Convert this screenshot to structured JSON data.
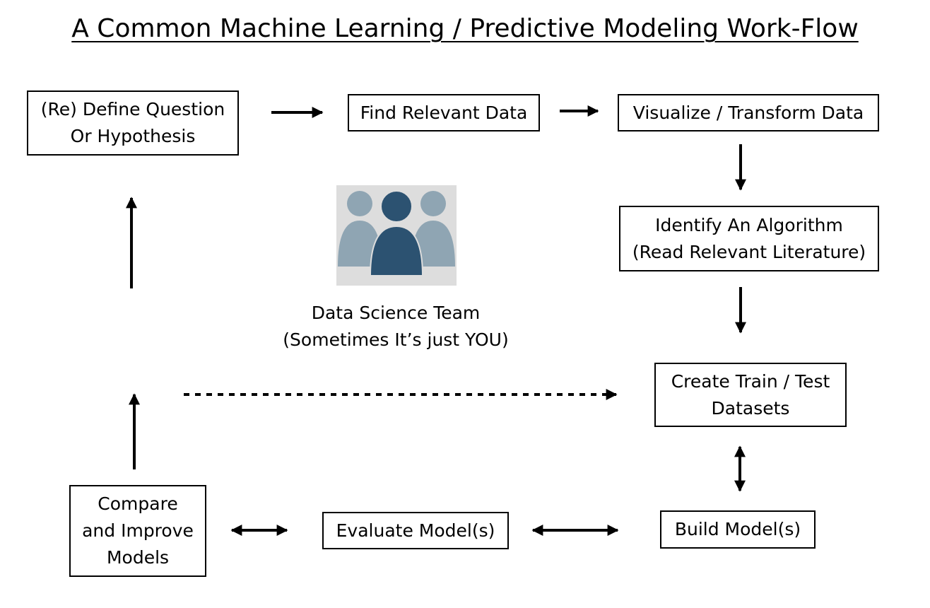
{
  "title": "A Common Machine Learning / Predictive Modeling Work-Flow",
  "steps": {
    "define": {
      "line1": "(Re) Define Question",
      "line2": "Or Hypothesis"
    },
    "find": {
      "line1": "Find Relevant Data"
    },
    "visualize": {
      "line1": "Visualize / Transform Data"
    },
    "identify": {
      "line1": "Identify An Algorithm",
      "line2": "(Read Relevant Literature)"
    },
    "create": {
      "line1": "Create Train / Test",
      "line2": "Datasets"
    },
    "build": {
      "line1": "Build Model(s)"
    },
    "evaluate": {
      "line1": "Evaluate Model(s)"
    },
    "compare": {
      "line1": "Compare",
      "line2": "and Improve",
      "line3": "Models"
    }
  },
  "team": {
    "icon": "people-group-icon",
    "line1": "Data Science Team",
    "line2": "(Sometimes It’s just YOU)",
    "colors": {
      "background": "#dddddd",
      "front": "#2c5271",
      "back": "#8fa5b3"
    }
  }
}
